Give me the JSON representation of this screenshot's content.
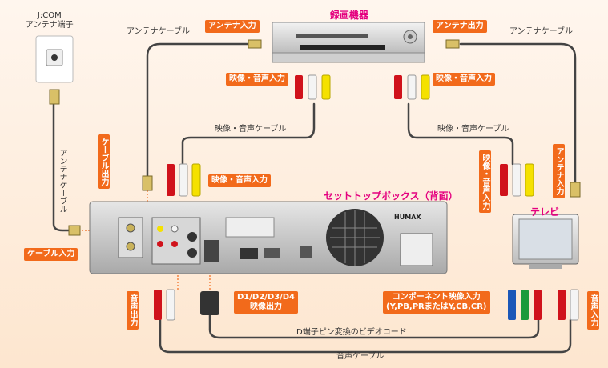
{
  "wall_outlet": {
    "title_line1": "J:COM",
    "title_line2": "アンテナ端子"
  },
  "recorder": {
    "title": "録画機器"
  },
  "settop": {
    "title": "セットトップボックス（背面）",
    "brand": "HUMAX"
  },
  "tv": {
    "title": "テレビ"
  },
  "labels": {
    "antenna_cable_left": "アンテナケーブル",
    "antenna_cable_right": "アンテナケーブル",
    "antenna_cable_vertical": "アンテナケーブル",
    "av_cable_left": "映像・音声ケーブル",
    "av_cable_right": "映像・音声ケーブル",
    "d_cable": "D端子ピン変換のビデオコード",
    "audio_cable": "音声ケーブル"
  },
  "tags": {
    "antenna_in": "アンテナ入力",
    "antenna_out": "アンテナ出力",
    "av_in_left": "映像・音声入力",
    "av_in_right": "映像・音声入力",
    "av_out": "映像・音声入力",
    "cable_out": "ケーブル出力",
    "cable_in": "ケーブル入力",
    "tv_av_in": "映像・音声入力",
    "tv_antenna_in": "アンテナ入力",
    "audio_out": "音声出力",
    "d_out_line1": "D1/D2/D3/D4",
    "d_out_line2": "映像出力",
    "component_line1": "コンポーネント映像入力",
    "component_line2": "(Y,PB,PRまたはY,CB,CR)",
    "audio_in": "音声入力"
  },
  "colors": {
    "accent": "#f26a1b",
    "title": "#e4007f",
    "rca_red": "#d0121b",
    "rca_white": "#f4f4f4",
    "rca_yellow": "#f5e100"
  }
}
